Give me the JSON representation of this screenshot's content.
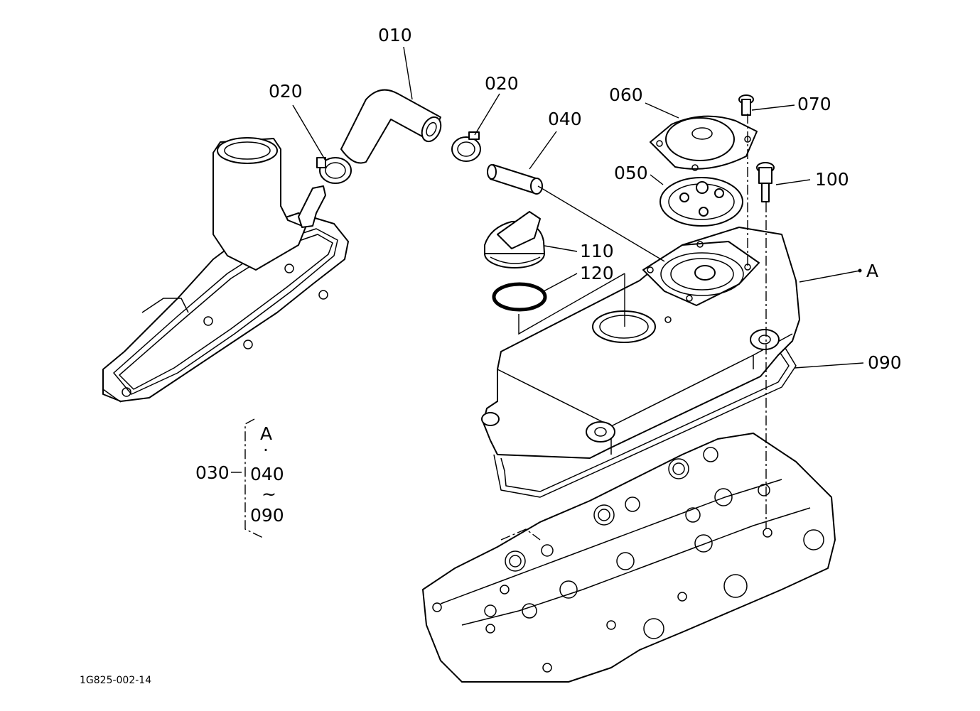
{
  "diagram": {
    "drawing_number": "1G825-002-14",
    "callouts": {
      "c010": "010",
      "c020_left": "020",
      "c020_right": "020",
      "c040": "040",
      "c060": "060",
      "c070": "070",
      "c050": "050",
      "c100": "100",
      "c110": "110",
      "c120": "120",
      "cA": "A",
      "c090": "090"
    },
    "assembly_note": {
      "part": "030",
      "line1": "A",
      "line2": "·",
      "line3": "040",
      "line4": "~",
      "line5": "090"
    }
  }
}
